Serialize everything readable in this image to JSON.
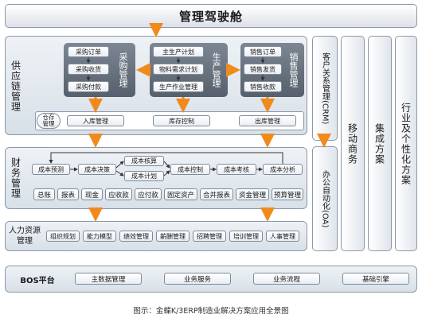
{
  "title": "管理驾驶舱",
  "supply_chain": {
    "label": "供应链管理",
    "procurement": {
      "label": "采购管理",
      "items": [
        "采购订单",
        "采购收货",
        "采购付款"
      ]
    },
    "production": {
      "label": "生产管理",
      "items": [
        "主生产计划",
        "物料需求计划",
        "生产作业管理"
      ]
    },
    "sales": {
      "label": "销售管理",
      "items": [
        "销售订单",
        "销售发货",
        "销售收款"
      ]
    },
    "warehouse": {
      "label": "仓存管理",
      "items": [
        "入库管理",
        "库存控制",
        "出库管理"
      ]
    }
  },
  "finance": {
    "label": "财务管理",
    "cost_flow": [
      "成本预测",
      "成本决策",
      "成本核算",
      "成本计划",
      "成本控制",
      "成本考核",
      "成本分析"
    ],
    "modules": [
      "总账",
      "报表",
      "现金",
      "应收款",
      "应付款",
      "固定资产",
      "合并报表",
      "资金管理",
      "预算管理"
    ]
  },
  "hr": {
    "label": "人力资源管理",
    "items": [
      "组织规划",
      "能力模型",
      "绩效管理",
      "薪酬管理",
      "招聘管理",
      "培训管理",
      "人事管理"
    ]
  },
  "bos": {
    "label": "BOS平台",
    "items": [
      "主数据管理",
      "业务服务",
      "业务流程",
      "基础引擎"
    ]
  },
  "side": {
    "crm": "客户关系管理(CRM)",
    "oa": "办公自动化(OA)",
    "mobile": "移动商务",
    "integration": "集成方案",
    "industry": "行业及个性化方案"
  },
  "caption": "图示：金蝶K/3ERP制造业解决方案应用全景图",
  "colors": {
    "arrow": "#f08a1c",
    "frame": "#8c98a8",
    "dark": "#5f6a76"
  }
}
